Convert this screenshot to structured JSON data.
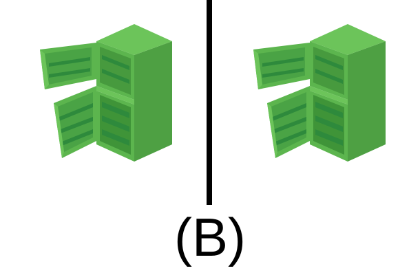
{
  "caption": "(B)",
  "colors": {
    "background": "#ffffff",
    "divider": "#000000",
    "fridge_light": "#5cb54e",
    "fridge_mid": "#4ea043",
    "fridge_dark": "#3a8a35",
    "fridge_shelf": "#2e8a3c"
  },
  "panels": [
    {
      "name": "left-fridge",
      "icon": "open-refrigerator-icon"
    },
    {
      "name": "right-fridge",
      "icon": "open-refrigerator-icon"
    }
  ]
}
